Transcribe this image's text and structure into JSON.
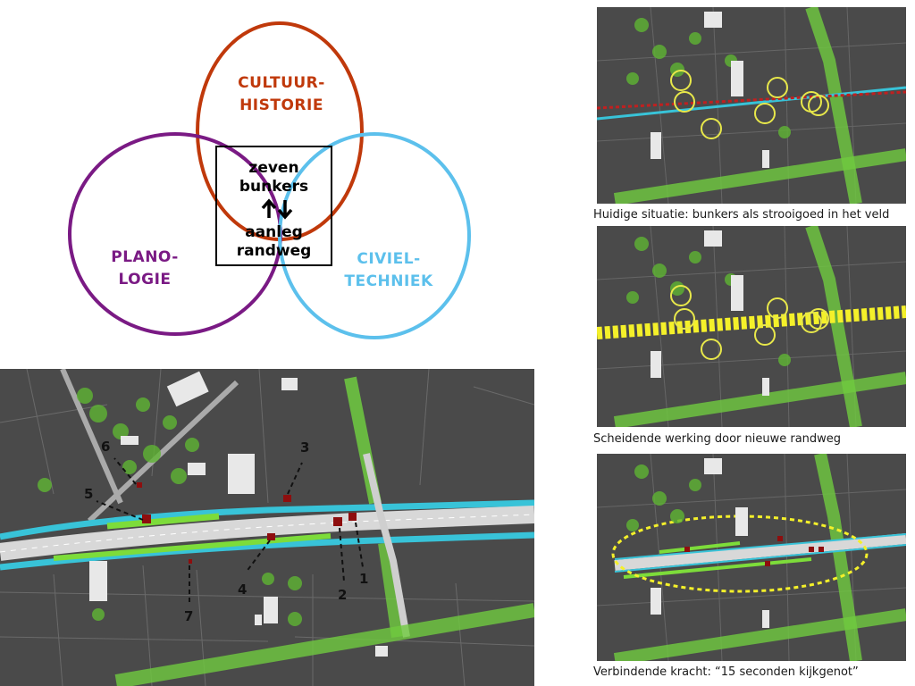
{
  "venn": {
    "cultuur_line1": "CULTUUR-",
    "cultuur_line2": "HISTORIE",
    "plano_line1": "PLANO-",
    "plano_line2": "LOGIE",
    "civiel_line1": "CIVIEL-",
    "civiel_line2": "TECHNIEK",
    "center_line1": "zeven",
    "center_line2": "bunkers",
    "center_line3": "aanleg",
    "center_line4": "randweg",
    "colors": {
      "cultuur": "#c0390b",
      "plano": "#7a1a84",
      "civiel": "#5cc0ec"
    }
  },
  "plan_map": {
    "markers": [
      "1",
      "2",
      "3",
      "4",
      "5",
      "6",
      "7"
    ]
  },
  "panels": [
    {
      "caption": "Huidige situatie: bunkers als strooigoed in het veld"
    },
    {
      "caption": "Scheidende werking door nieuwe randweg"
    },
    {
      "caption": "Verbindende kracht: “15 seconden kijkgenot”"
    }
  ]
}
